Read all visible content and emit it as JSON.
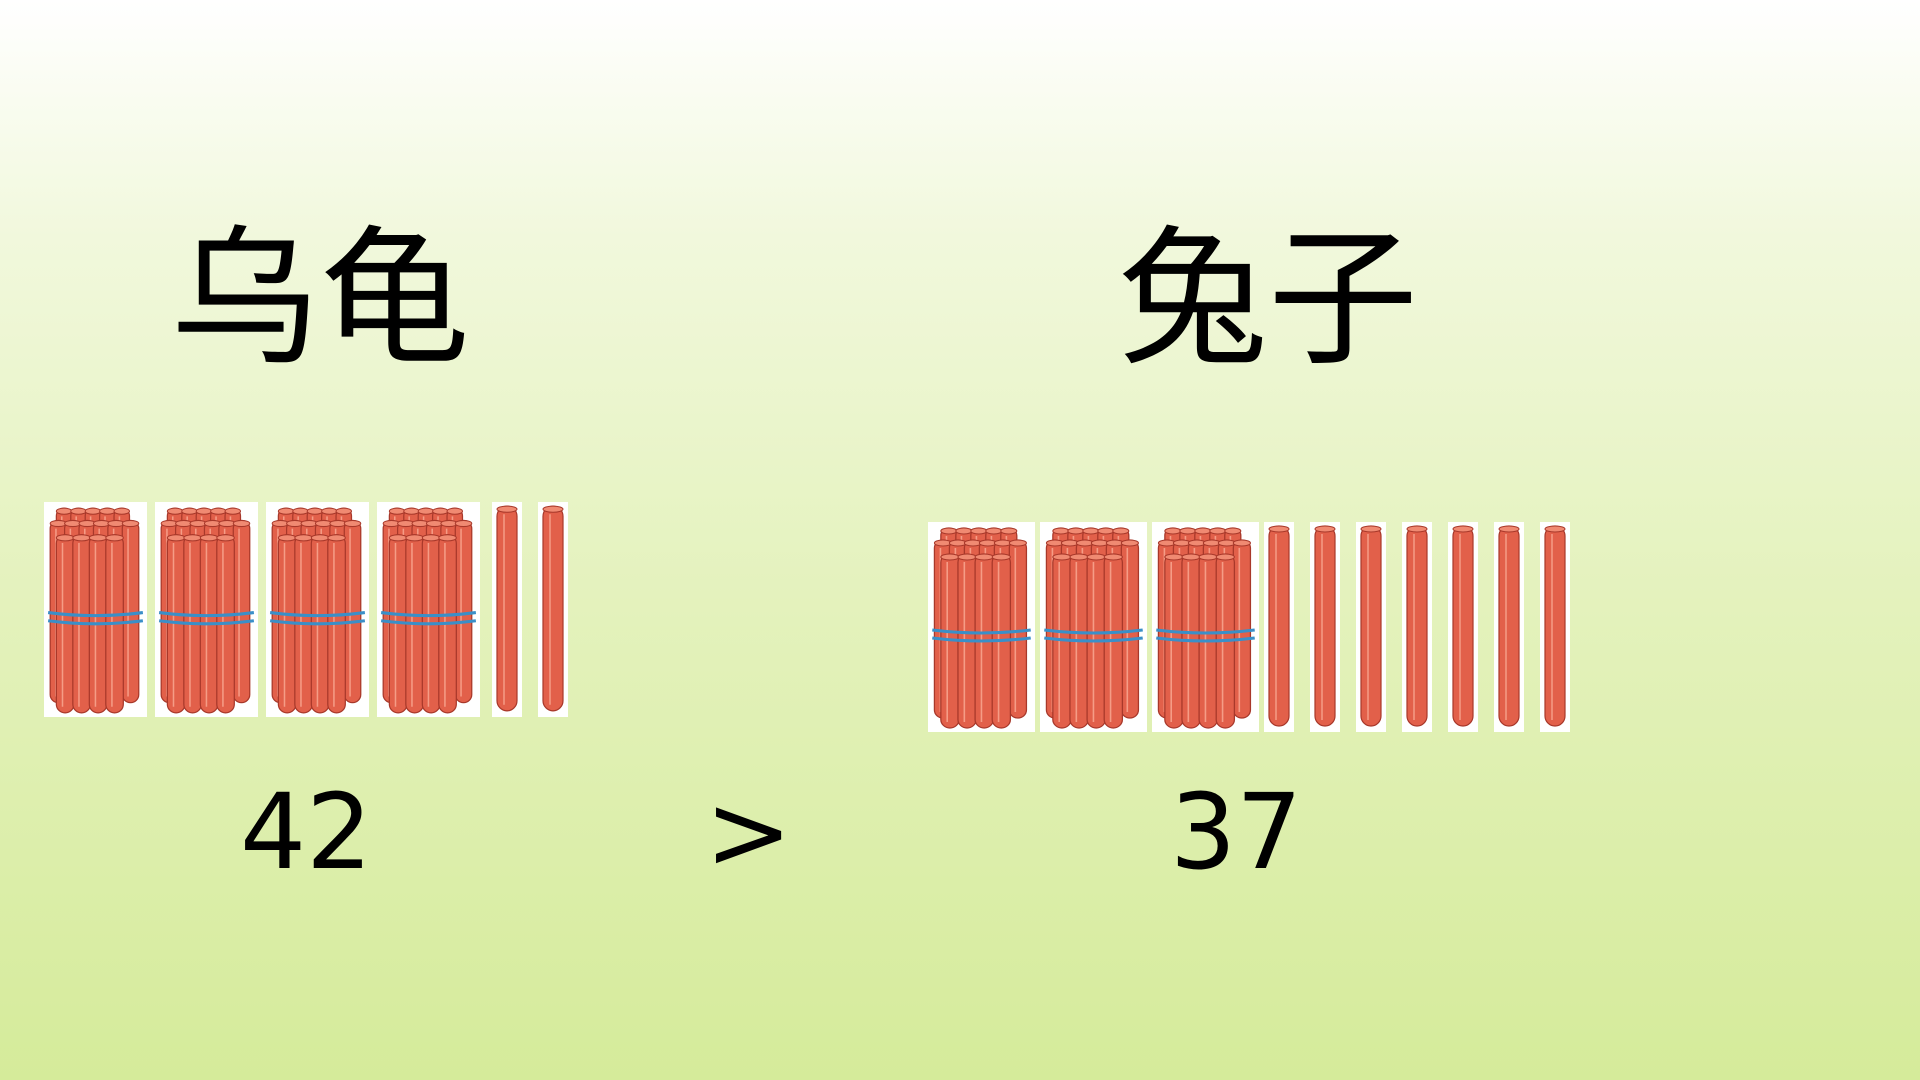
{
  "left": {
    "label": "乌龟",
    "number": "42",
    "bundles": 4,
    "singles": 2
  },
  "right": {
    "label": "兔子",
    "number": "37",
    "bundles": 3,
    "singles": 7
  },
  "comparison": ">",
  "colors": {
    "stick": "#e2604a",
    "stick_edge": "#a8382a",
    "band": "#3a8fc8"
  }
}
